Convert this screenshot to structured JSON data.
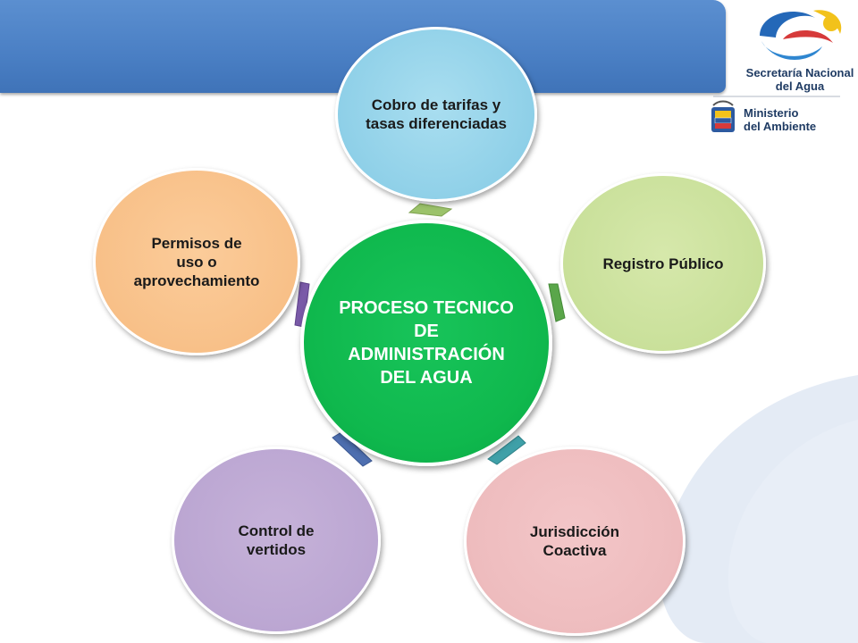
{
  "diagram": {
    "center": {
      "lines": [
        "PROCESO TECNICO",
        "DE",
        "ADMINISTRACIÓN",
        "DEL AGUA"
      ]
    },
    "nodes": [
      {
        "lines": [
          "Cobro de tarifas y",
          "tasas diferenciadas"
        ],
        "color": "#8fd0e8"
      },
      {
        "lines": [
          "Registro Público"
        ],
        "color": "#c9e09a"
      },
      {
        "lines": [
          "Jurisdicción",
          "Coactiva"
        ],
        "color": "#eebcbe"
      },
      {
        "lines": [
          "Control de",
          "vertidos"
        ],
        "color": "#bba6d2"
      },
      {
        "lines": [
          "Permisos de",
          "uso o",
          "aprovechamiento"
        ],
        "color": "#f8c088"
      }
    ],
    "arrow_colors": [
      "#9bc26a",
      "#5aa64a",
      "#3fa0a8",
      "#4e6fb0",
      "#7a5aa8"
    ]
  },
  "logos": {
    "senagua": {
      "line1": "Secretaría Nacional",
      "line2": "del Agua"
    },
    "ministerio": {
      "line1": "Ministerio",
      "line2": "del Ambiente"
    }
  },
  "colors": {
    "header": "#4a7fc4",
    "center": "#0fb84d"
  }
}
